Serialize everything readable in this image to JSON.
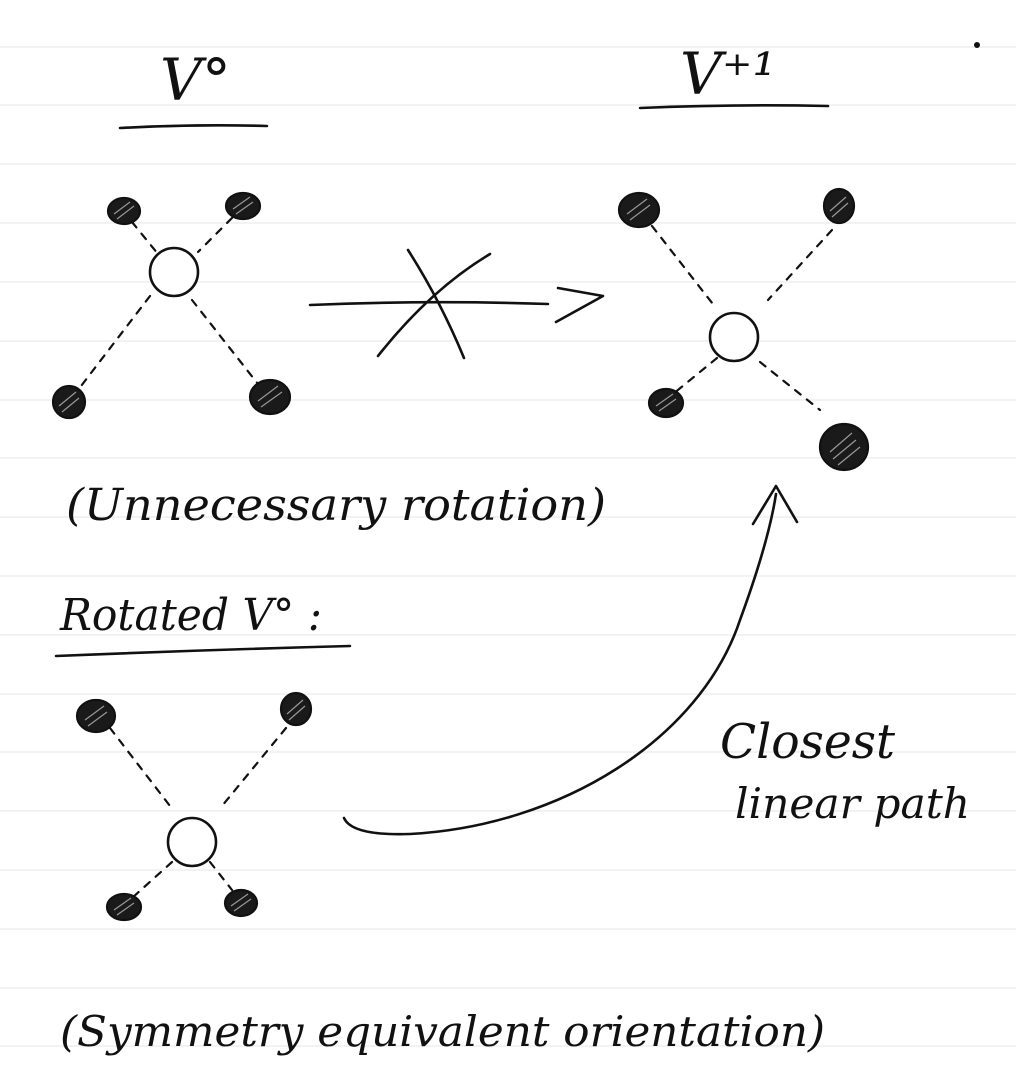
{
  "labels": {
    "v0_heading": "V°",
    "v1_heading": "V⁺¹",
    "unnecessary": "(Unnecessary rotation)",
    "rotated_heading": "Rotated V° :",
    "closest_line1": "Closest",
    "closest_line2": "linear path",
    "symmetry": "(Symmetry equivalent orientation)"
  },
  "colors": {
    "ink": "#111111",
    "rule": "#e6e6e6",
    "paper": "#ffffff"
  },
  "icons": {
    "vacancy": "open-circle",
    "atom": "hatched-filled-circle",
    "forbidden": "crossed-arrow",
    "path": "curved-arrow"
  }
}
